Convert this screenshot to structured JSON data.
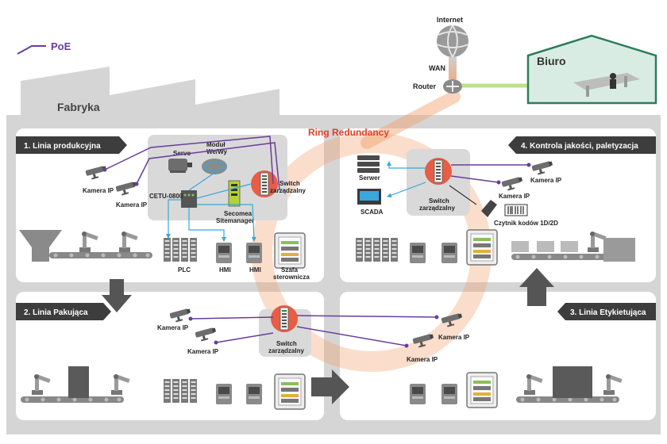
{
  "legend": {
    "poe": "PoE"
  },
  "factory": {
    "title": "Fabryka"
  },
  "office": {
    "title": "Biuro"
  },
  "network": {
    "internet": "Internet",
    "wan": "WAN",
    "router": "Router",
    "ring": "Ring Redundancy"
  },
  "zones": {
    "line1": "1. Linia produkcyjna",
    "line2": "2. Linia Pakująca",
    "line3": "3. Linia Etykietująca",
    "line4": "4. Kontrola jakości, paletyzacja"
  },
  "line1": {
    "cam1": "Kamera IP",
    "cam2": "Kamera IP",
    "servo": "Servo",
    "module": "Moduł\nWe/Wy",
    "cetu": "CETU-0800",
    "secomea": "Secomea\nSitemanager",
    "switch": "Switch\nzarządzalny",
    "plc": "PLC",
    "hmi1": "HMI",
    "hmi2": "HMI",
    "cabinet": "Szafa\nsterownicza"
  },
  "line2": {
    "cam1": "Kamera IP",
    "cam2": "Kamera IP",
    "switch": "Switch\nzarządzalny"
  },
  "line3": {
    "cam1": "Kamera IP",
    "cam2": "Kamera IP"
  },
  "line4": {
    "server": "Serwer",
    "scada": "SCADA",
    "switch": "Switch\nzarządzalny",
    "cam1": "Kamera IP",
    "cam2": "Kamera IP",
    "reader": "Czytnik kodów 1D/2D"
  },
  "colors": {
    "poe": "#6a3d9a",
    "ring": "#f2a06a",
    "switch": "#e8533a",
    "header": "#3d3d3d",
    "panel": "#ffffff",
    "factory": "#d5d5d5",
    "office": "#d8ece4",
    "office_border": "#2e7d5a",
    "wan_link": "#bfe08c",
    "data_link": "#3aa6d9"
  }
}
